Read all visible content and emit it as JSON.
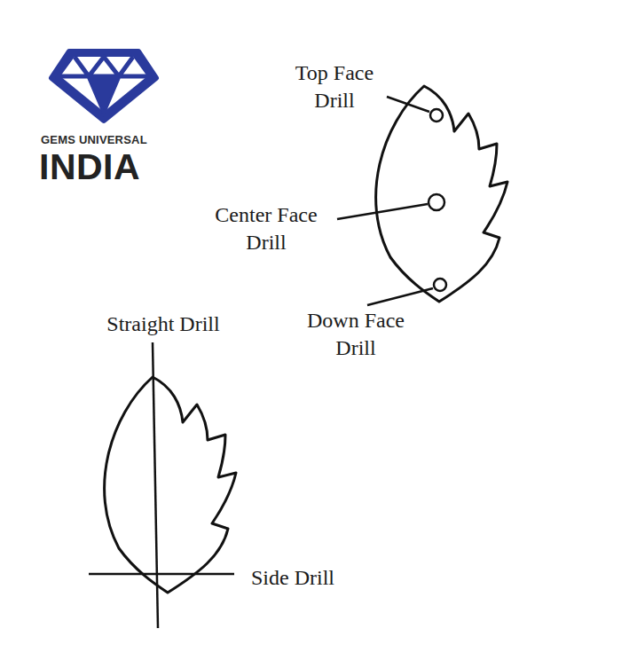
{
  "diagram": {
    "labels": [
      "GEMS UNIVERSAL",
      "INDIA",
      "Top Face Drill",
      "Center Face Drill",
      "Down Face Drill",
      "Straight Drill",
      "Side Drill"
    ]
  }
}
